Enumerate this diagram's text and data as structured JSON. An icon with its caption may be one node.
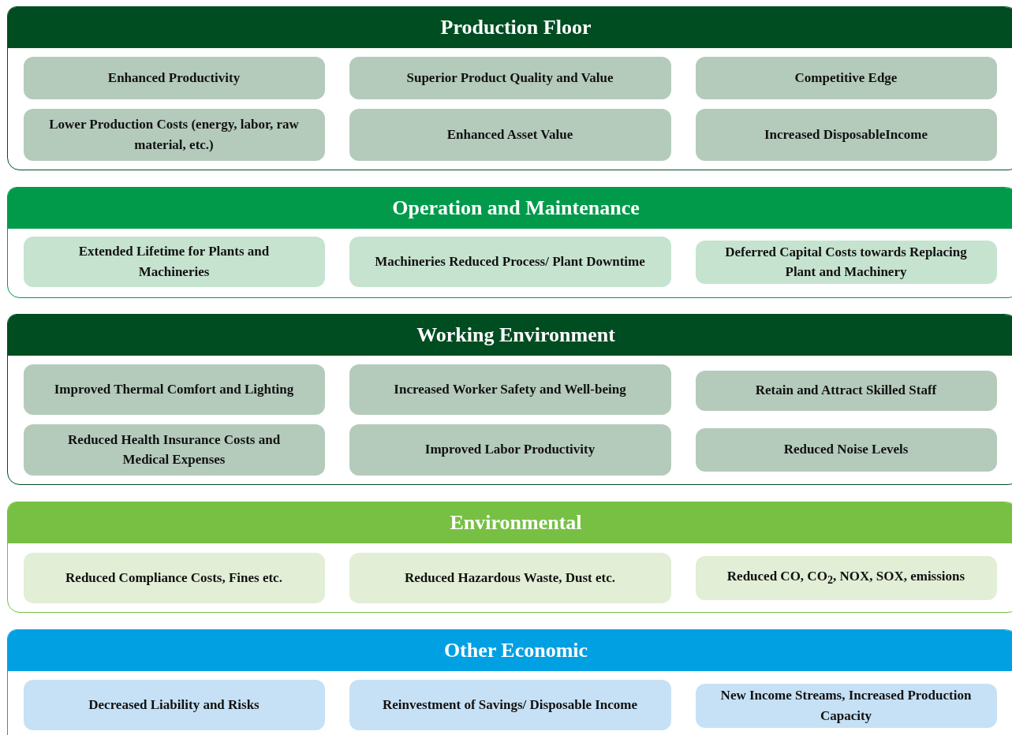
{
  "diagram": {
    "nodes": [
      {
        "text": [
          "Production Floor"
        ]
      },
      {
        "text": [
          "Enhanced Productivity"
        ],
        "in": 0
      },
      {
        "text": [
          "Superior Product Quality and Value"
        ],
        "in": 0
      },
      {
        "text": [
          "Competitive Edge"
        ],
        "in": 0
      },
      {
        "text": [
          "Lower Production Costs (energy, labor, raw material, etc.)"
        ],
        "in": 0
      },
      {
        "text": [
          "Enhanced Asset Value"
        ],
        "in": 0
      },
      {
        "text": [
          "Increased DisposableIncome"
        ],
        "in": 0
      },
      {
        "text": [
          "Operation and Maintenance"
        ]
      },
      {
        "text": [
          "Extended Lifetime for Plants and Machineries"
        ],
        "in": 7
      },
      {
        "text": [
          "Machineries Reduced Process/ Plant Downtime"
        ],
        "in": 7
      },
      {
        "text": [
          "Deferred Capital Costs towards Replacing Plant and Machinery"
        ],
        "in": 7
      },
      {
        "text": [
          "Working Environment"
        ]
      },
      {
        "text": [
          "Improved Thermal Comfort and Lighting"
        ],
        "in": 11
      },
      {
        "text": [
          "Increased Worker Safety and Well-being"
        ],
        "in": 11
      },
      {
        "text": [
          "Retain and Attract Skilled Staff"
        ],
        "in": 11
      },
      {
        "text": [
          "Reduced Health Insurance Costs and Medical Expenses"
        ],
        "in": 11
      },
      {
        "text": [
          "Improved Labor Productivity"
        ],
        "in": 11
      },
      {
        "text": [
          "Reduced Noise Levels"
        ],
        "in": 11
      },
      {
        "text": [
          "Environmental"
        ]
      },
      {
        "text": [
          "Reduced Compliance Costs, Fines etc."
        ],
        "in": 18
      },
      {
        "text": [
          "Reduced Hazardous Waste, Dust etc."
        ],
        "in": 18
      },
      {
        "text": [
          "Reduced CO, CO$_{2}$, NOX, SOX, emissions"
        ],
        "in": 18
      },
      {
        "text": [
          "Other Economic"
        ]
      },
      {
        "text": [
          "Decreased Liability and Risks"
        ],
        "in": 22
      },
      {
        "text": [
          "Reinvestment of Savings/ Disposable Income"
        ],
        "in": 22
      },
      {
        "text": [
          "New Income Streams, Increased Production Capacity"
        ],
        "in": 22
      }
    ]
  }
}
